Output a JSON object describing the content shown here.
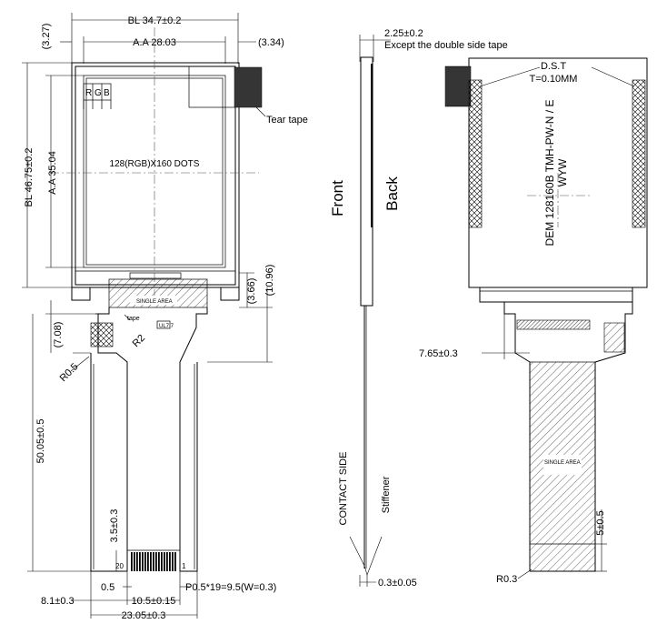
{
  "front_view": {
    "bl_width": "BL 34.7±0.2",
    "aa_width": "A.A 28.03",
    "top_left_offset": "(3.27)",
    "top_right_offset": "(3.34)",
    "bl_height": "BL 46.75±0.2",
    "aa_height": "A.A 35.04",
    "resolution": "128(RGB)X160 DOTS",
    "rgb_r": "R",
    "rgb_g": "G",
    "rgb_b": "B",
    "tear_tape": "Tear tape",
    "single_area": "SINGLE AREA",
    "tape_label": "tape",
    "ul_label": "UL7 7",
    "dim_366": "(3.66)",
    "dim_1096": "(10.96)",
    "dim_708": "(7.08)",
    "r2": "R2",
    "r05": "R0.5",
    "fpc_length": "50.05±0.5",
    "stiffener_len": "3.5±0.3",
    "pin_20": "20",
    "pin_1": "1",
    "dim_05": "0.5",
    "pitch": "P0.5*19=9.5(W=0.3)",
    "left_offset": "8.1±0.3",
    "contact_width": "10.5±0.15",
    "fpc_total_width": "23.05±0.3"
  },
  "side_view": {
    "thickness": "2.25±0.2",
    "thickness_note": "Except the double side tape",
    "front": "Front",
    "back": "Back",
    "contact_side": "CONTACT SIDE",
    "stiffener": "Stiffener",
    "fpc_thickness": "0.3±0.05"
  },
  "back_view": {
    "dst": "D.S.T",
    "dst_thickness": "T=0.10MM",
    "model_line1": "DEM 128160B TMH-PW-N / E",
    "model_line2": "WYW",
    "dim_765": "7.65±0.3",
    "single_area": "SINGLE AREA",
    "dim_5": "5±0.5",
    "r03": "R0.3"
  }
}
